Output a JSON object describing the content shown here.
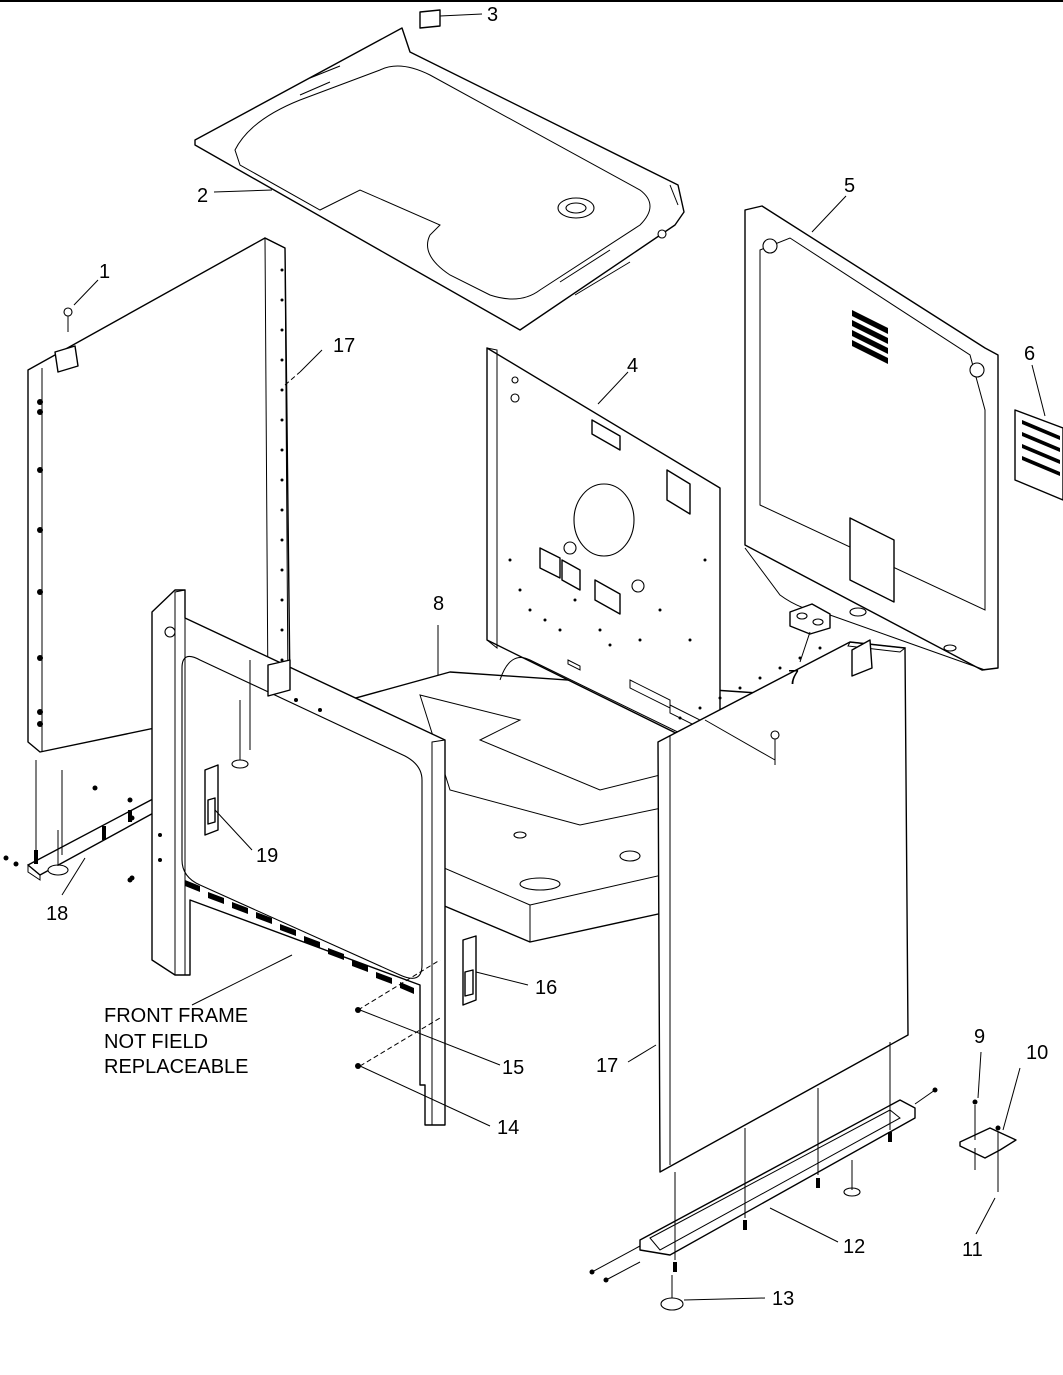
{
  "callouts": {
    "c1": "1",
    "c2": "2",
    "c3": "3",
    "c4": "4",
    "c5": "5",
    "c6": "6",
    "c7": "7",
    "c8": "8",
    "c9": "9",
    "c10": "10",
    "c11": "11",
    "c12": "12",
    "c13": "13",
    "c14": "14",
    "c15": "15",
    "c16": "16",
    "c17a": "17",
    "c17b": "17",
    "c18": "18",
    "c19": "19"
  },
  "note": {
    "line1": "FRONT FRAME",
    "line2": "NOT FIELD",
    "line3": "REPLACEABLE"
  }
}
